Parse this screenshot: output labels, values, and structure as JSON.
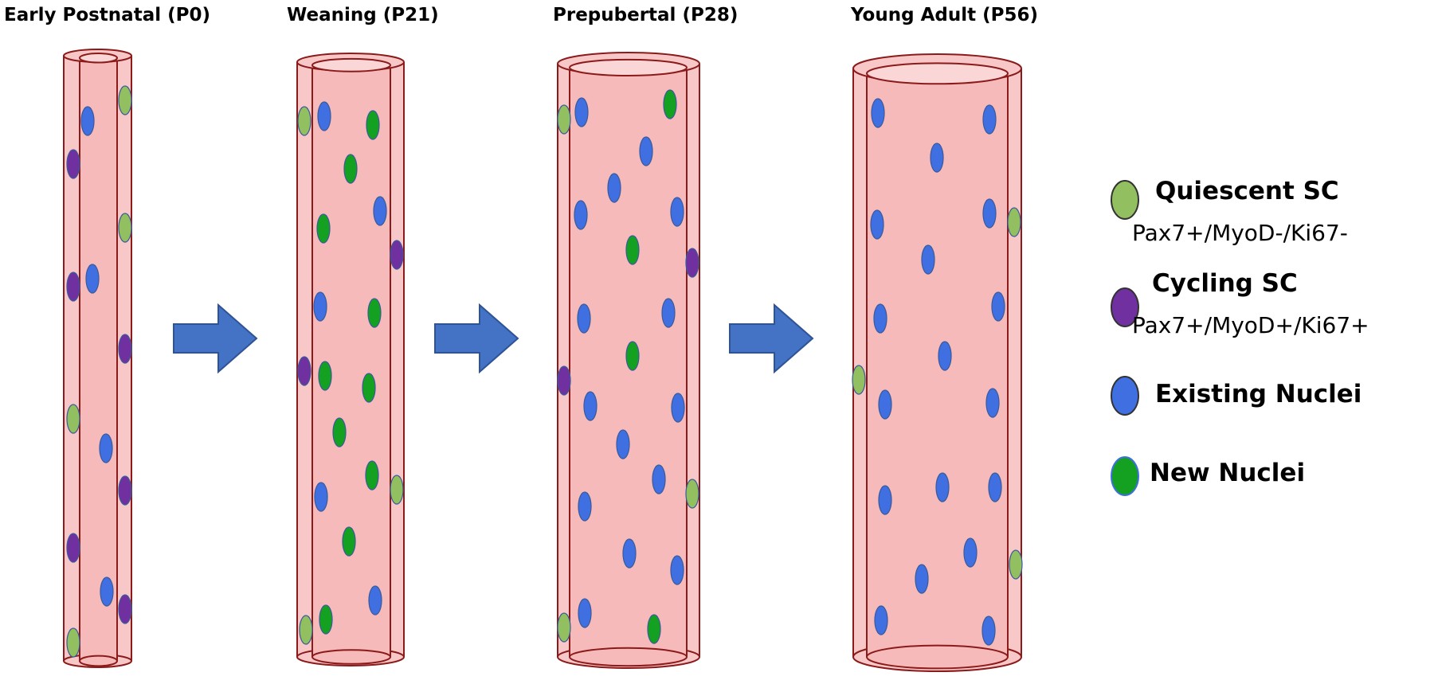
{
  "colors": {
    "fiber_fill": "#f8c8c8",
    "fiber_stroke": "#8b1a1a",
    "quiescent_sc": "#92c060",
    "cycling_sc": "#7030a0",
    "existing_nuclei": "#3f6fe0",
    "new_nuclei": "#14a020",
    "arrow": "#4472c4"
  },
  "stages": [
    {
      "title": "Early Postnatal (P0)"
    },
    {
      "title": "Weaning (P21)"
    },
    {
      "title": "Prepubertal (P28)"
    },
    {
      "title": "Young Adult (P56)"
    }
  ],
  "legend": [
    {
      "type": "quiescent",
      "icon": "green-oval-icon",
      "title": "Quiescent SC",
      "subtitle": "Pax7+/MyoD-/Ki67-"
    },
    {
      "type": "cycling",
      "icon": "purple-oval-icon",
      "title": "Cycling SC",
      "subtitle": "Pax7+/MyoD+/Ki67+"
    },
    {
      "type": "existing",
      "icon": "blue-oval-icon",
      "title": "Existing Nuclei",
      "subtitle": ""
    },
    {
      "type": "new",
      "icon": "green-nucleus-icon",
      "title": "New Nuclei",
      "subtitle": ""
    }
  ]
}
